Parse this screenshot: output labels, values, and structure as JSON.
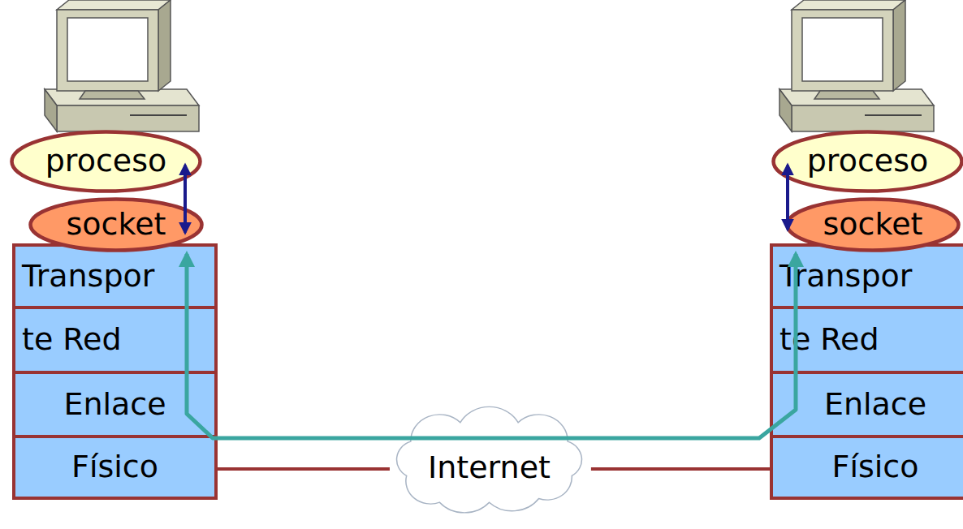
{
  "diagram": {
    "nodes": [
      {
        "text": [
          "proceso"
        ]
      },
      {
        "text": [
          "socket"
        ]
      },
      {
        "text": [
          "Transpor"
        ]
      },
      {
        "text": [
          "te Red"
        ]
      },
      {
        "text": [
          "Enlace"
        ]
      },
      {
        "text": [
          "Físico"
        ]
      },
      {
        "text": [
          "proceso"
        ]
      },
      {
        "text": [
          "socket"
        ]
      },
      {
        "text": [
          "Transpor"
        ]
      },
      {
        "text": [
          "te Red"
        ]
      },
      {
        "text": [
          "Enlace"
        ]
      },
      {
        "text": [
          "Físico"
        ]
      },
      {
        "text": [
          "Internet"
        ]
      }
    ],
    "edges": [
      {
        "from": 0,
        "to": 1,
        "arrow": "both"
      },
      {
        "from": 6,
        "to": 7,
        "arrow": "both"
      },
      {
        "from": 1,
        "to": 7,
        "arrow": "both"
      },
      {
        "from": 5,
        "to": 12,
        "arrow": "none"
      },
      {
        "from": 12,
        "to": 11,
        "arrow": "none"
      }
    ]
  }
}
